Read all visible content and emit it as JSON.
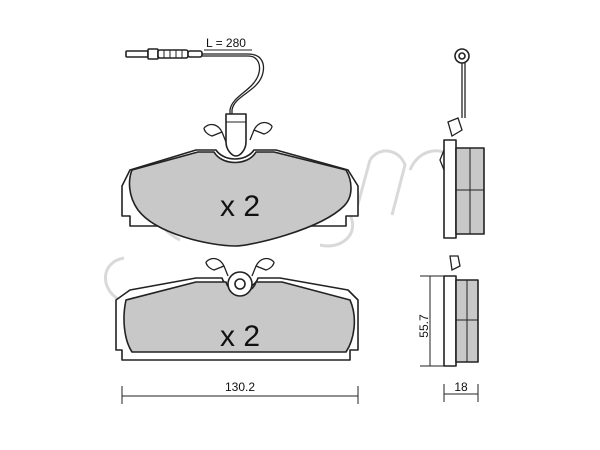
{
  "sensor_length_label": "L = 280",
  "top_pad_quantity": "x 2",
  "bottom_pad_quantity": "x 2",
  "width_dimension": "130.2",
  "height_dimension": "55.7",
  "thickness_dimension": "18",
  "watermark_text": "cifam",
  "colors": {
    "pad_fill": "#c8c8c8",
    "outline": "#222222",
    "watermark": "#d9d9d9"
  }
}
